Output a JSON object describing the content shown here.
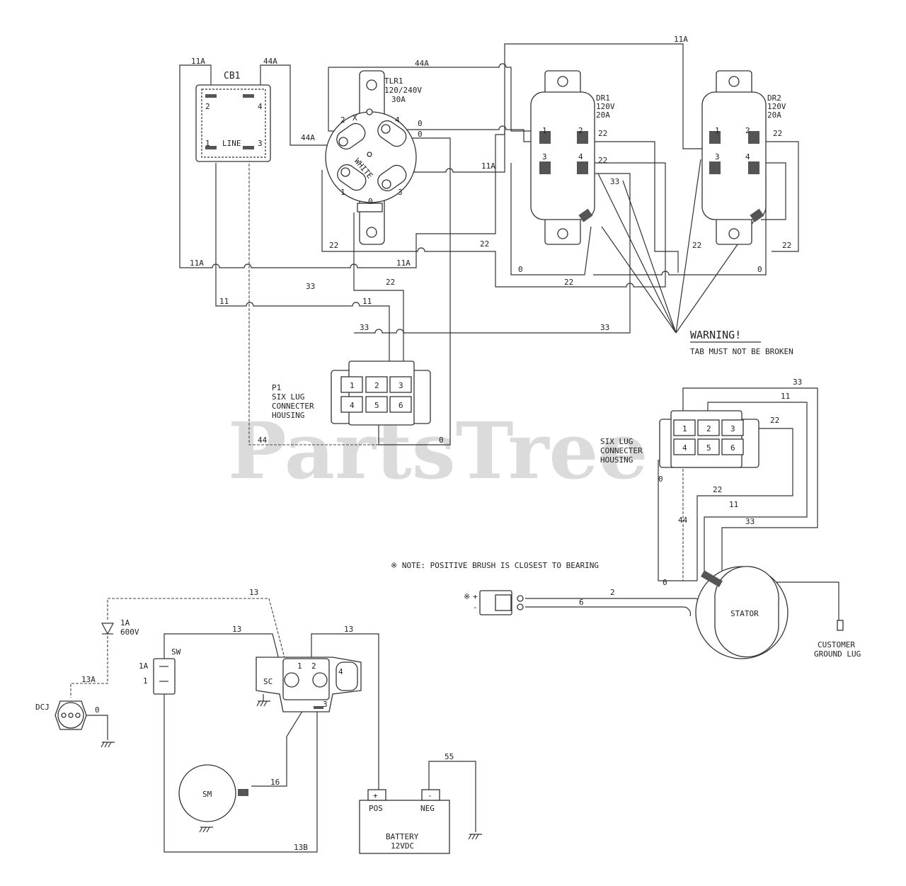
{
  "watermark": "PartsTree",
  "components": {
    "cb1": {
      "name": "CB1",
      "t2": "2",
      "t4": "4",
      "t1": "1",
      "t3": "3",
      "line": "LINE"
    },
    "tlr1": {
      "name": "TLR1",
      "rating": "120/240V",
      "amps": "30A",
      "t2": "2",
      "tx": "X",
      "t4": "4",
      "t1": "1",
      "t3": "3",
      "white": "WHITE",
      "tg": "0"
    },
    "dr1": {
      "name": "DR1",
      "volts": "120V",
      "amps": "20A",
      "t1": "1",
      "t2": "2",
      "t3": "3",
      "t4": "4"
    },
    "dr2": {
      "name": "DR2",
      "volts": "120V",
      "amps": "20A",
      "t1": "1",
      "t2": "2",
      "t3": "3",
      "t4": "4"
    },
    "p1": {
      "name": "P1",
      "desc": [
        "SIX LUG",
        "CONNECTER",
        "HOUSING"
      ],
      "pins": [
        "1",
        "2",
        "3",
        "4",
        "5",
        "6"
      ]
    },
    "six_lug": {
      "desc": [
        "SIX LUG",
        "CONNECTER",
        "HOUSING"
      ],
      "pins": [
        "1",
        "2",
        "3",
        "4",
        "5",
        "6"
      ]
    },
    "stator": {
      "name": "STATOR"
    },
    "ground": {
      "label": [
        "CUSTOMER",
        "GROUND LUG"
      ]
    },
    "note": "※ NOTE: POSITIVE BRUSH IS CLOSEST TO BEARING",
    "warning": {
      "title": "WARNING!",
      "text": "TAB MUST NOT BE BROKEN"
    },
    "diode": {
      "amps": "1A",
      "volts": "600V"
    },
    "dcj": {
      "name": "DCJ"
    },
    "sw": {
      "name": "SW",
      "t1a": "1A",
      "t1": "1"
    },
    "sc": {
      "name": "SC",
      "t1": "1",
      "t2": "2",
      "t3": "3",
      "t4": "4"
    },
    "sm": {
      "name": "SM"
    },
    "battery": {
      "pos": "POS",
      "neg": "NEG",
      "plus": "+",
      "minus": "-",
      "label": "BATTERY",
      "volts": "12VDC"
    },
    "brush": {
      "star": "※",
      "plus": "+",
      "minus": "-"
    }
  },
  "wire_labels": {
    "w11A": "11A",
    "w44A": "44A",
    "w0": "0",
    "w22": "22",
    "w33": "33",
    "w11": "11",
    "w44": "44",
    "w2": "2",
    "w6": "6",
    "w13": "13",
    "w13A": "13A",
    "w16": "16",
    "w13B": "13B",
    "w55": "55"
  }
}
